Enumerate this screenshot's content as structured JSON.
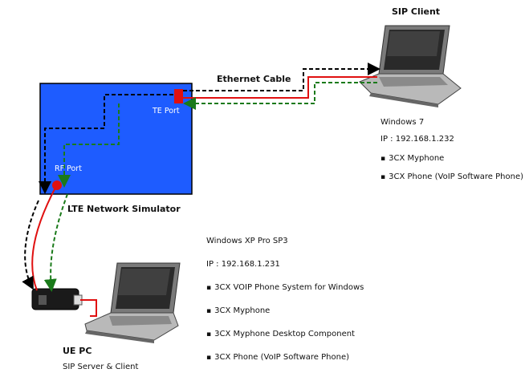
{
  "colors": {
    "simulator_fill": "#1e5cff",
    "simulator_border": "#000000",
    "rf_cable": "#e01010",
    "ethernet_cable": "#e01010",
    "downlink_path": "#000000",
    "uplink_path": "#1a7a1a",
    "te_port": "#e01010",
    "rf_port": "#e01010"
  },
  "simulator": {
    "title": "LTE Network Simulator",
    "te_port_label": "TE  Port",
    "rf_port_label": "RF Port"
  },
  "ethernet_label": "Ethernet Cable",
  "sip_client": {
    "title": "SIP Client",
    "os": "Windows 7",
    "ip": "IP : 192.168.1.232",
    "software": [
      "3CX Myphone",
      "3CX Phone (VoIP Software Phone)"
    ]
  },
  "ue_pc": {
    "title": "UE PC",
    "subtitle": "SIP Server & Client",
    "os": "Windows XP Pro SP3",
    "ip": "IP : 192.168.1.231",
    "software": [
      "3CX VOIP Phone System for Windows",
      "3CX Myphone",
      "3CX Myphone Desktop Component",
      "3CX Phone (VoIP Software Phone)"
    ]
  },
  "icons": [
    "laptop-icon",
    "usb-modem-icon",
    "te-port-icon",
    "rf-port-icon"
  ]
}
